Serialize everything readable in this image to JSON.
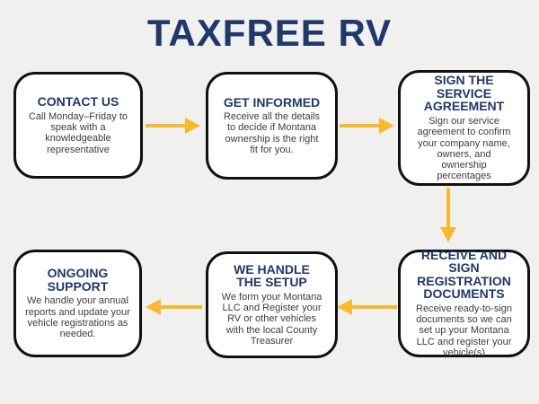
{
  "page": {
    "title": "TAXFREE RV",
    "background_color": "#f0f0ee"
  },
  "colors": {
    "title_navy": "#21386b",
    "heading_navy": "#21386b",
    "body_text": "#3d3d3d",
    "arrow_yellow": "#f8b92d",
    "box_border": "#111111",
    "box_background": "#ffffff"
  },
  "flowchart": {
    "steps": [
      {
        "id": "contact-us",
        "title": "CONTACT US",
        "description": "Call Monday–Friday to\nspeak with a\nknowledgeable\nrepresentative"
      },
      {
        "id": "get-informed",
        "title": "GET INFORMED",
        "description": "Receive all the details\nto decide if Montana\nownership is the right\nfit for you."
      },
      {
        "id": "sign-the-service-agreement",
        "title": "SIGN THE\nSERVICE\nAGREEMENT",
        "description": "Sign our service\nagreement to confirm\nyour company name,\nowners, and\nownership\npercentages"
      },
      {
        "id": "receive-and-sign-registration-documents",
        "title": "RECEIVE AND\nSIGN\nREGISTRATION\nDOCUMENTS",
        "description": "Receive ready-to-sign\ndocuments so we can\nset up your Montana\nLLC and register your\nvehicle(s)"
      },
      {
        "id": "we-handle-the-setup",
        "title": "WE HANDLE\nTHE SETUP",
        "description": "We form your Montana\nLLC and Register your\nRV or other vehicles\nwith the local County\nTreasurer"
      },
      {
        "id": "ongoing-support",
        "title": "ONGOING\nSUPPORT",
        "description": "We handle your annual\nreports and update your\nvehicle registrations as\nneeded."
      }
    ],
    "arrows": [
      {
        "from": "contact-us",
        "to": "get-informed",
        "direction": "right"
      },
      {
        "from": "get-informed",
        "to": "sign-the-service-agreement",
        "direction": "right"
      },
      {
        "from": "sign-the-service-agreement",
        "to": "receive-and-sign-registration-documents",
        "direction": "down"
      },
      {
        "from": "receive-and-sign-registration-documents",
        "to": "we-handle-the-setup",
        "direction": "left"
      },
      {
        "from": "we-handle-the-setup",
        "to": "ongoing-support",
        "direction": "left"
      }
    ]
  }
}
